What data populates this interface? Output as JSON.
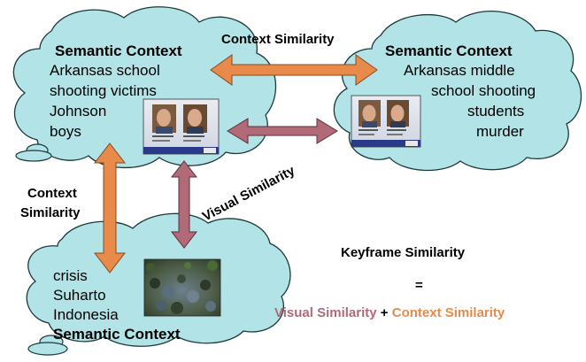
{
  "clouds": {
    "top_left": {
      "heading": "Semantic Context",
      "lines": [
        "Arkansas school",
        "shooting victims",
        "Johnson",
        "boys"
      ]
    },
    "top_right": {
      "heading": "Semantic Context",
      "lines": [
        "Arkansas middle",
        "school shooting",
        "students",
        "murder"
      ]
    },
    "bottom": {
      "lines": [
        "crisis",
        "Suharto",
        "Indonesia"
      ],
      "heading": "Semantic Context"
    }
  },
  "labels": {
    "context_similarity_top": "Context Similarity",
    "context_similarity_left_1": "Context",
    "context_similarity_left_2": "Similarity",
    "visual_similarity": "Visual Similarity"
  },
  "formula": {
    "title": "Keyframe Similarity",
    "equals": "=",
    "visual": "Visual Similarity",
    "plus": " + ",
    "context": "Context Similarity"
  },
  "colors": {
    "cloud_fill": "#b2e3e6",
    "context_arrow": "#e88a4a",
    "visual_arrow": "#b06a78"
  }
}
